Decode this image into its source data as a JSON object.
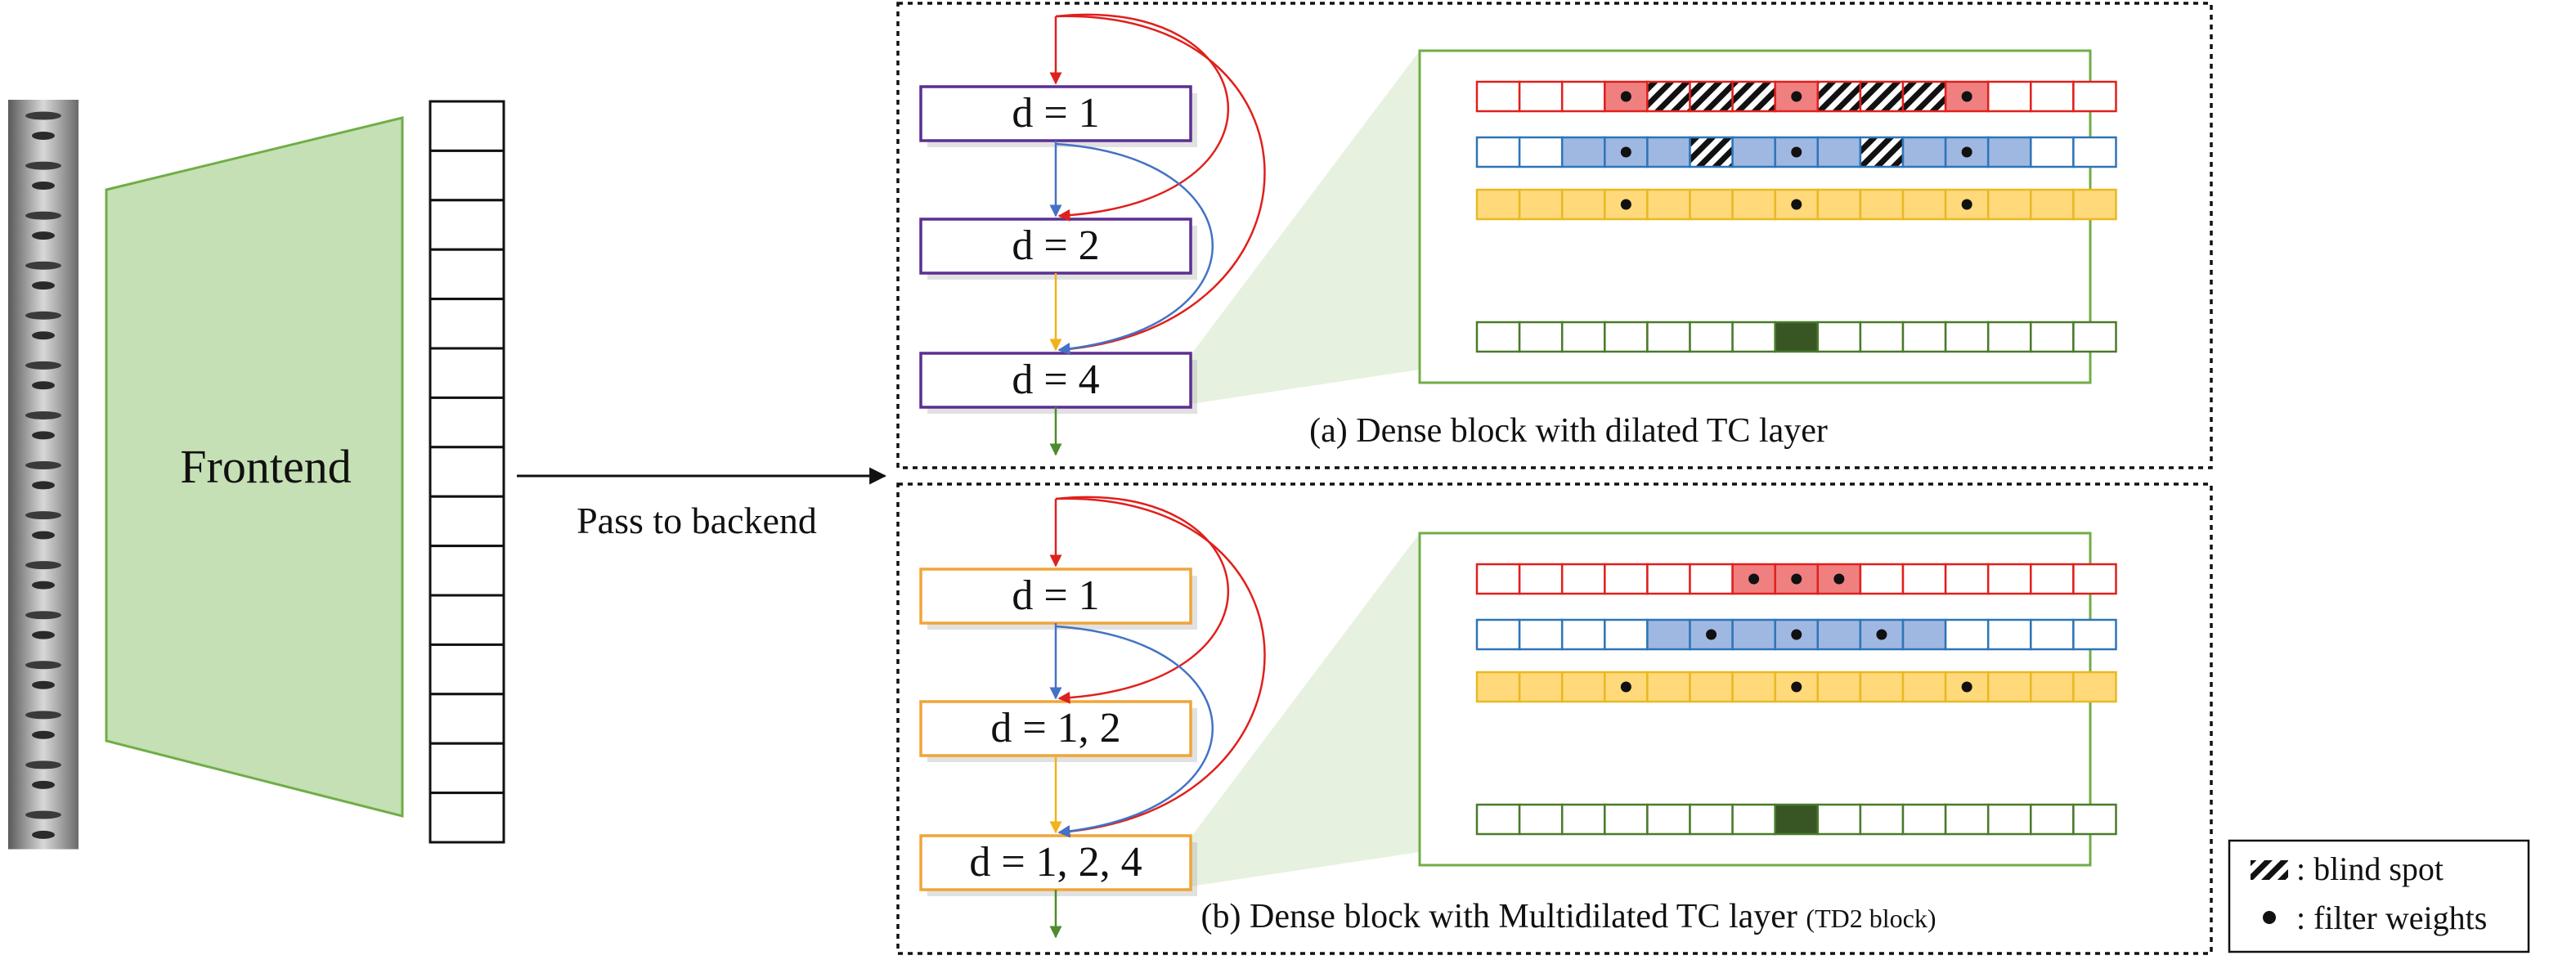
{
  "frontend": {
    "label": "Frontend",
    "output_cells": 15,
    "face_frames": 15
  },
  "pass_label": "Pass to backend",
  "panel_a": {
    "caption": "(a) Dense block with dilated TC layer",
    "caption_small": "",
    "box_color": "#5b2f91",
    "layers": [
      "d = 1",
      "d = 2",
      "d = 4"
    ],
    "rows": [
      {
        "layer": 1,
        "border": "#e0201c",
        "fill": "#f08080",
        "active": [
          3,
          11
        ],
        "dots": [
          3,
          7,
          11
        ],
        "hatch": [
          4,
          5,
          6,
          8,
          9,
          10
        ]
      },
      {
        "layer": 2,
        "border": "#2e75b6",
        "fill": "#9fb8e2",
        "active": [
          2,
          12
        ],
        "dots": [
          3,
          7,
          11
        ],
        "hatch": [
          5,
          9
        ]
      },
      {
        "layer": 3,
        "border": "#e8b923",
        "fill": "#ffd97a",
        "active": [
          0,
          14
        ],
        "dots": [
          3,
          7,
          11
        ],
        "hatch": []
      }
    ],
    "output_row": {
      "border": "#4a7a2a",
      "highlight": 7,
      "highlight_color": "#375623"
    }
  },
  "panel_b": {
    "caption": "(b) Dense block with Multidilated TC layer",
    "caption_small": "(TD2 block)",
    "box_color": "#f0a53a",
    "layers": [
      "d = 1",
      "d = 1, 2",
      "d = 1, 2, 4"
    ],
    "rows": [
      {
        "layer": 1,
        "border": "#e0201c",
        "fill": "#f08080",
        "active": [
          6,
          8
        ],
        "dots": [
          6,
          7,
          8
        ],
        "hatch": []
      },
      {
        "layer": 2,
        "border": "#2e75b6",
        "fill": "#9fb8e2",
        "active": [
          4,
          10
        ],
        "dots": [
          5,
          7,
          9
        ],
        "hatch": []
      },
      {
        "layer": 3,
        "border": "#e8b923",
        "fill": "#ffd97a",
        "active": [
          0,
          14
        ],
        "dots": [
          3,
          7,
          11
        ],
        "hatch": []
      }
    ],
    "output_row": {
      "border": "#4a7a2a",
      "highlight": 7,
      "highlight_color": "#375623"
    }
  },
  "legend": {
    "blind_spot": ": blind spot",
    "filter_weights": ": filter weights"
  },
  "colors": {
    "red": "#e0201c",
    "blue": "#4472c4",
    "yellow": "#f2b21c",
    "green": "#4e8a2e",
    "frontend_fill": "#c5e0b4",
    "frontend_stroke": "#70ad47",
    "zoom_box": "#70ad47",
    "zoom_fill": "#e2f0d9"
  }
}
